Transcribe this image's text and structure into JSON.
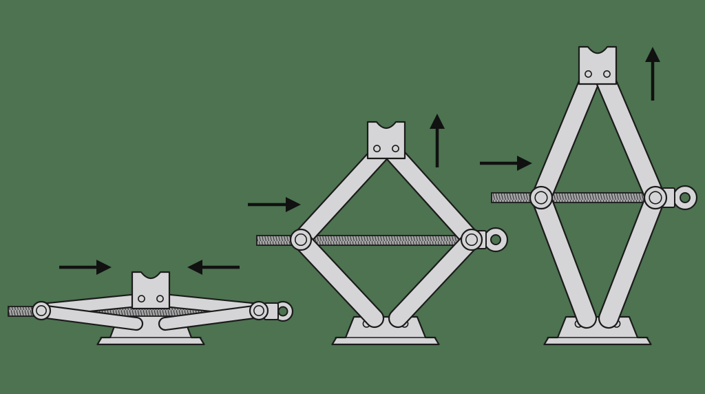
{
  "diagram": {
    "colors": {
      "background": "#4d7350",
      "metal": "#d5d5d7",
      "outline": "#1b1b1b",
      "thread": "#9d9d9f",
      "arrow": "#111111"
    },
    "jacks": [
      {
        "name": "jack-collapsed",
        "state": "collapsed",
        "force_arrows": [
          "push-right",
          "push-left"
        ]
      },
      {
        "name": "jack-mid-raised",
        "state": "partially-raised",
        "force_arrows": [
          "push-right",
          "lift-up"
        ]
      },
      {
        "name": "jack-fully-raised",
        "state": "fully-raised",
        "force_arrows": [
          "push-right",
          "lift-up"
        ]
      }
    ]
  }
}
